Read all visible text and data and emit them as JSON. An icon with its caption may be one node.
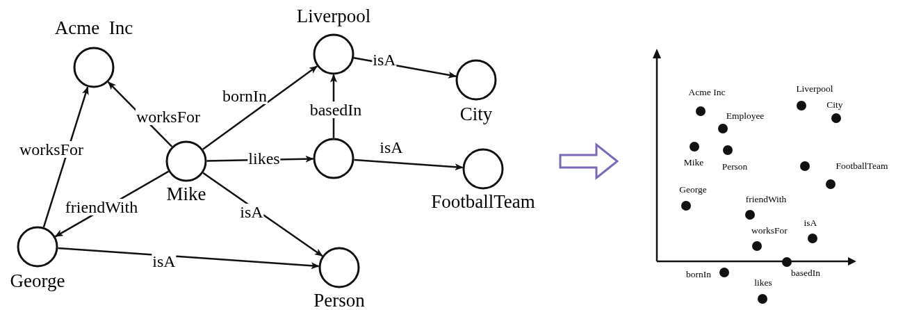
{
  "diagram": {
    "nodes": [
      {
        "text": [
          "Acme  Inc"
        ]
      },
      {
        "text": [
          "Liverpool"
        ]
      },
      {
        "text": [
          "City"
        ]
      },
      {
        "text": [
          "Mike"
        ]
      },
      {
        "text": [],
        "shape": "circle"
      },
      {
        "text": [
          "FootballTeam"
        ]
      },
      {
        "text": [
          "George"
        ]
      },
      {
        "text": [
          "Person"
        ]
      }
    ],
    "edges": [
      {
        "from": 3,
        "to": 0,
        "label": "worksFor",
        "arrow": "to"
      },
      {
        "from": 3,
        "to": 1,
        "label": "bornIn",
        "arrow": "to"
      },
      {
        "from": 1,
        "to": 2,
        "label": "isA",
        "arrow": "to"
      },
      {
        "from": 4,
        "to": 1,
        "label": "basedIn",
        "arrow": "to"
      },
      {
        "from": 3,
        "to": 4,
        "label": "likes",
        "arrow": "to"
      },
      {
        "from": 4,
        "to": 5,
        "label": "isA",
        "arrow": "to"
      },
      {
        "from": 3,
        "to": 6,
        "label": "friendWith",
        "arrow": "to"
      },
      {
        "from": 6,
        "to": 0,
        "label": "worksFor",
        "arrow": "to"
      },
      {
        "from": 3,
        "to": 7,
        "label": "isA",
        "arrow": "to"
      },
      {
        "from": 6,
        "to": 7,
        "label": "isA",
        "arrow": "to"
      }
    ],
    "labels": [
      "Acme Inc",
      "Liverpool",
      "City",
      "Employee",
      "FootballTeam",
      "Mike",
      "Person",
      "George",
      "friendWith",
      "isA",
      "worksFor",
      "bornIn",
      "basedIn",
      "likes"
    ]
  }
}
